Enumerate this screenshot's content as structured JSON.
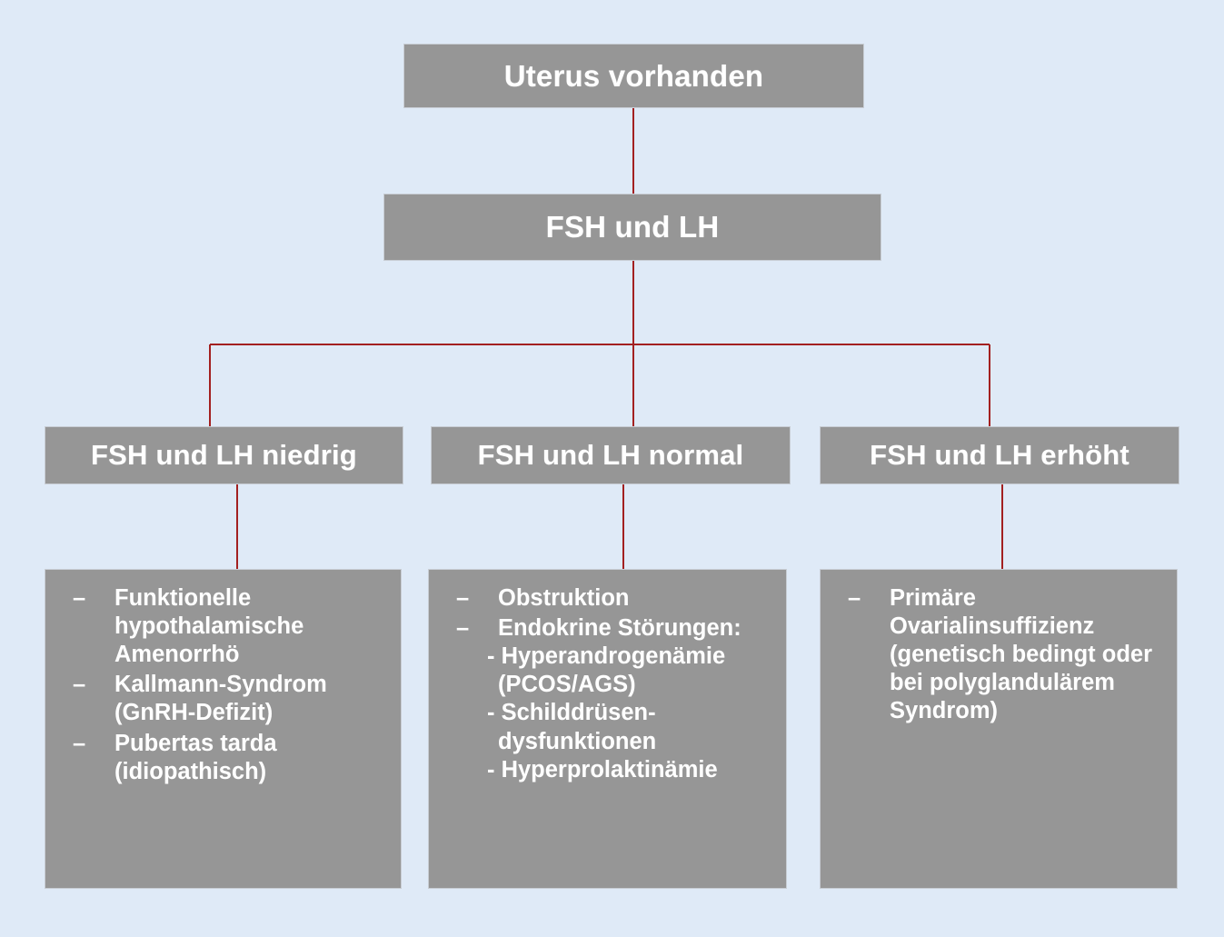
{
  "canvas": {
    "background_color": "#dfeaf7",
    "node_fill_color": "#969696",
    "node_border_color": "#c8cdd4",
    "node_text_color": "#ffffff",
    "connector_color": "#a32020"
  },
  "nodes": {
    "root": {
      "label": "Uterus vorhanden"
    },
    "level2": {
      "label": "FSH und LH"
    },
    "level3": [
      {
        "id": "low",
        "label": "FSH und LH niedrig"
      },
      {
        "id": "normal",
        "label": "FSH und LH normal"
      },
      {
        "id": "high",
        "label": "FSH und LH erhöht"
      }
    ],
    "level4": [
      {
        "id": "low-detail",
        "dash": "–",
        "items": [
          {
            "dash": "–",
            "text": "Funktionelle hypothalamische Amenorrhö",
            "sub": []
          },
          {
            "dash": "–",
            "text": "Kallmann-Syndrom (GnRH-Defizit)",
            "sub": []
          },
          {
            "dash": "–",
            "text": "Pubertas tarda (idiopathisch)",
            "sub": []
          }
        ]
      },
      {
        "id": "normal-detail",
        "dash": "–",
        "items": [
          {
            "dash": "–",
            "text": "Obstruktion",
            "sub": []
          },
          {
            "dash": "–",
            "text": "Endokrine Störungen:",
            "sub": [
              "- Hyperandrogenämie (PCOS/AGS)",
              "- Schilddrüsen-dysfunktionen",
              "- Hyperprolaktinämie"
            ]
          }
        ]
      },
      {
        "id": "high-detail",
        "dash": "–",
        "items": [
          {
            "dash": "–",
            "text": "Primäre Ovarialinsuffizienz (genetisch bedingt oder bei polyglandulärem Syndrom)",
            "sub": []
          }
        ]
      }
    ]
  }
}
